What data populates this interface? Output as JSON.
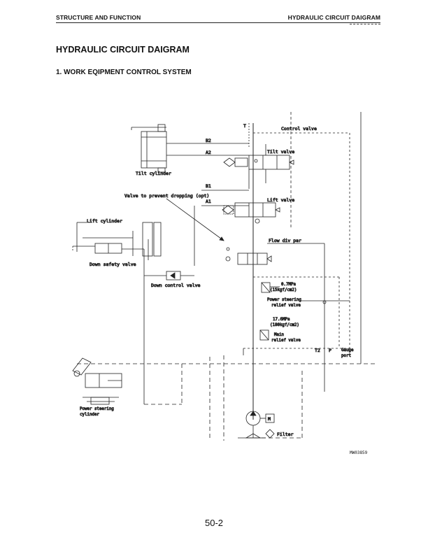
{
  "header": {
    "left": "STRUCTURE AND FUNCTION",
    "right": "HYDRAULIC CIRCUIT DAIGRAM"
  },
  "title": "HYDRAULIC CIRCUIT DAIGRAM",
  "section": "1.   WORK EQIPMENT CONTROL SYSTEM",
  "diagram_labels": {
    "control_valve": "Control valve",
    "tilt_valve": "Tilt valve",
    "tilt_cylinder": "Tilt cylinder",
    "lift_valve": "Lift valve",
    "valve_prevent_dropping": "Valve to prevent dropping (opt)",
    "lift_cylinder": "Lift cylinder",
    "down_safety_valve": "Down safety valve",
    "down_control_valve": "Down control valve",
    "flow_div": "Flow div par",
    "power_steering_relief_pressure": "0.7MPa",
    "power_steering_relief_pressure2": "(15kgf/cm2)",
    "power_steering_relief": "Power steering",
    "power_steering_relief2": "relief valve",
    "main_relief_pressure": "17.6MPa",
    "main_relief_pressure2": "(180kgf/cm2)",
    "main_relief": "Main",
    "main_relief2": "relief valve",
    "gauge_port": "Gauge",
    "gauge_port2": "port",
    "power_steering_cylinder": "Power steering",
    "power_steering_cylinder2": "cylinder",
    "filter": "Filter",
    "port_t": "T",
    "port_b2": "B2",
    "port_a2": "A2",
    "port_b1": "B1",
    "port_a1": "A1",
    "port_t2": "T2",
    "port_p": "P",
    "motor": "M"
  },
  "figure_code": "MW03859",
  "page_number": "50-2"
}
